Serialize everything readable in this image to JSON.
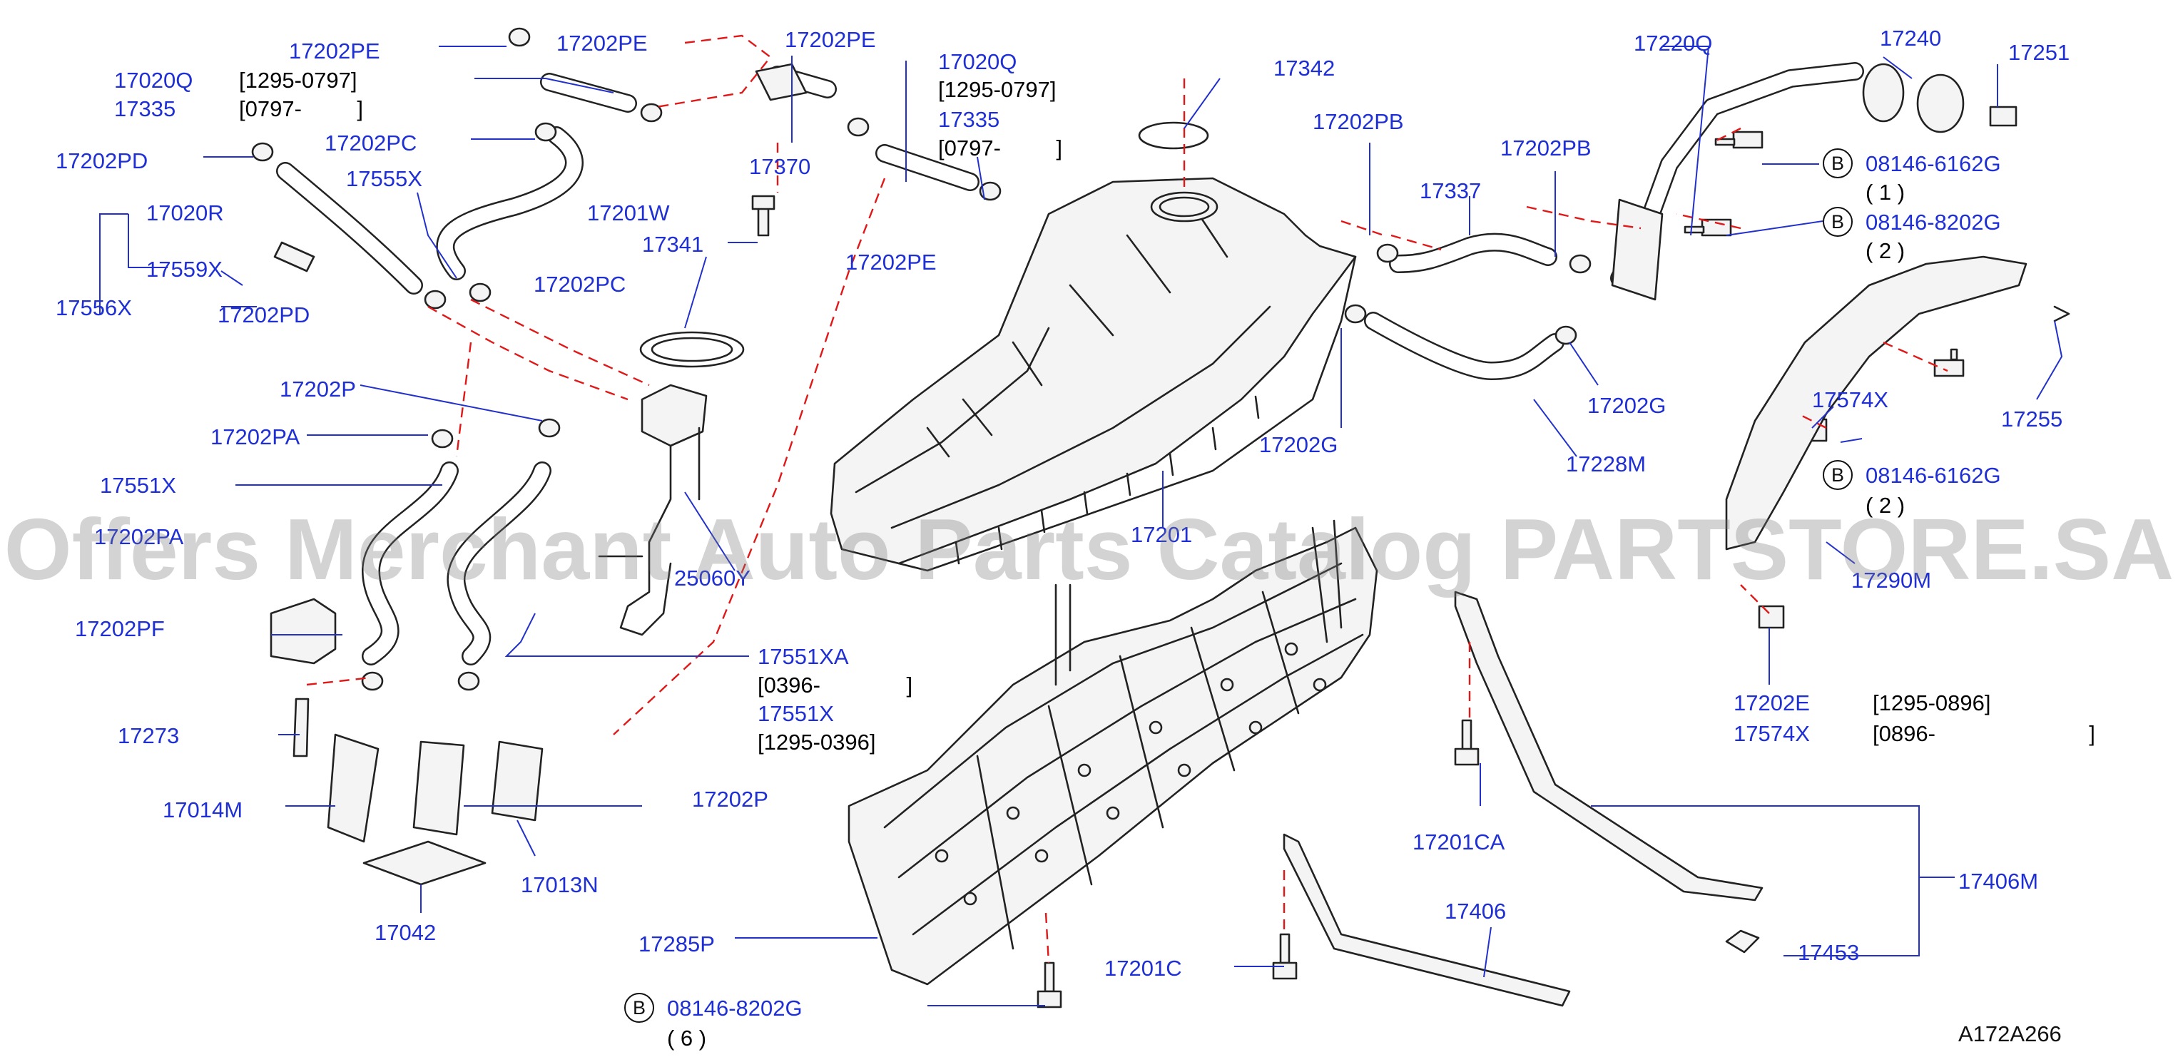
{
  "labels": {
    "p17202PE_a": "17202PE",
    "p17202PE_b": "17202PE",
    "p17202PE_c": "17202PE",
    "p17202PE_d": "17202PE",
    "p17020Q_a": "17020Q",
    "p17335_a": "17335",
    "p17020Q_b": "17020Q",
    "p17335_b": "17335",
    "p17370": "17370",
    "p17202PD_a": "17202PD",
    "p17202PC_a": "17202PC",
    "p17555X": "17555X",
    "p17020R": "17020R",
    "p17559X": "17559X",
    "p17556X": "17556X",
    "p17202PD_b": "17202PD",
    "p17202PC_b": "17202PC",
    "p17201W": "17201W",
    "p17341": "17341",
    "p17342": "17342",
    "p17202P_a": "17202P",
    "p17202PA": "17202PA",
    "p17551X_a": "17551X",
    "p17202PA_b": "17202PA",
    "p25060Y": "25060Y",
    "p17202PF": "17202PF",
    "p17551XA": "17551XA",
    "p17551X_b": "17551X",
    "p17273": "17273",
    "p17014M": "17014M",
    "p17202P_b": "17202P",
    "p17013N": "17013N",
    "p17042": "17042",
    "p17201": "17201",
    "p17285P": "17285P",
    "p17201C": "17201C",
    "p17406": "17406",
    "p17201CA": "17201CA",
    "p17406M": "17406M",
    "p17453": "17453",
    "p17202PB_a": "17202PB",
    "p17202PB_b": "17202PB",
    "p17337": "17337",
    "p17202G_a": "17202G",
    "p17202G_b": "17202G",
    "p17228M": "17228M",
    "p17220Q": "17220Q",
    "p17240": "17240",
    "p17251": "17251",
    "p17574X_a": "17574X",
    "p17255": "17255",
    "p17290M": "17290M",
    "p17202E": "17202E",
    "p17574X_b": "17574X",
    "b1": "08146-6162G",
    "b2": "08146-8202G",
    "b3": "08146-6162G",
    "b4": "08146-8202G"
  },
  "notes": {
    "n17020Q_a": "[1295-0797]",
    "n17335_a": "[0797-         ]",
    "n17020Q_b": "[1295-0797]",
    "n17335_b": "[0797-         ]",
    "n17551XA": "[0396-              ]",
    "n17551X_b": "[1295-0396]",
    "n17202E": "[1295-0896]",
    "n17574X_b": "[0896-                         ]",
    "q1": "( 1 )",
    "q2": "( 2 )",
    "q3": "( 2 )",
    "q4": "( 6 )"
  },
  "bolt_symbol": "B",
  "watermark": "Offers Merchant Auto Parts Catalog PARTSTORE.SA",
  "diagram_code": "A172A266",
  "colors": {
    "label": "#1f2fd6",
    "leader": "#2231cc",
    "dashed_link": "#e01818",
    "linework": "#222222"
  }
}
